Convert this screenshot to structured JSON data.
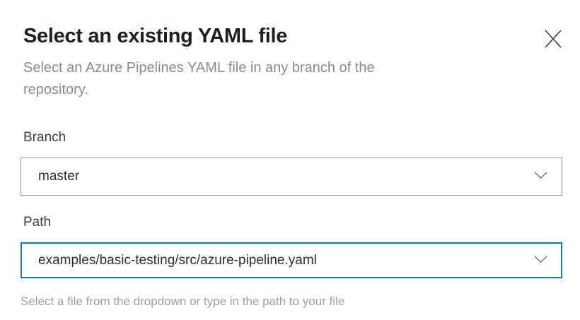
{
  "dialog": {
    "title": "Select an existing YAML file",
    "subtitle_line1": "Select an Azure Pipelines YAML file in any branch of the",
    "subtitle_line2": "repository."
  },
  "fields": {
    "branch": {
      "label": "Branch",
      "value": "master"
    },
    "path": {
      "label": "Path",
      "value": "examples/basic-testing/src/azure-pipeline.yaml",
      "help": "Select a file from the dropdown or type in the path to your file"
    }
  },
  "icons": {
    "close": "✕",
    "chevron_down": "⌄"
  },
  "colors": {
    "accent_focus_border": "#0c7bd4",
    "default_border": "#949494",
    "title_text": "#1f1f1f",
    "muted_text": "#8c8c8c"
  }
}
